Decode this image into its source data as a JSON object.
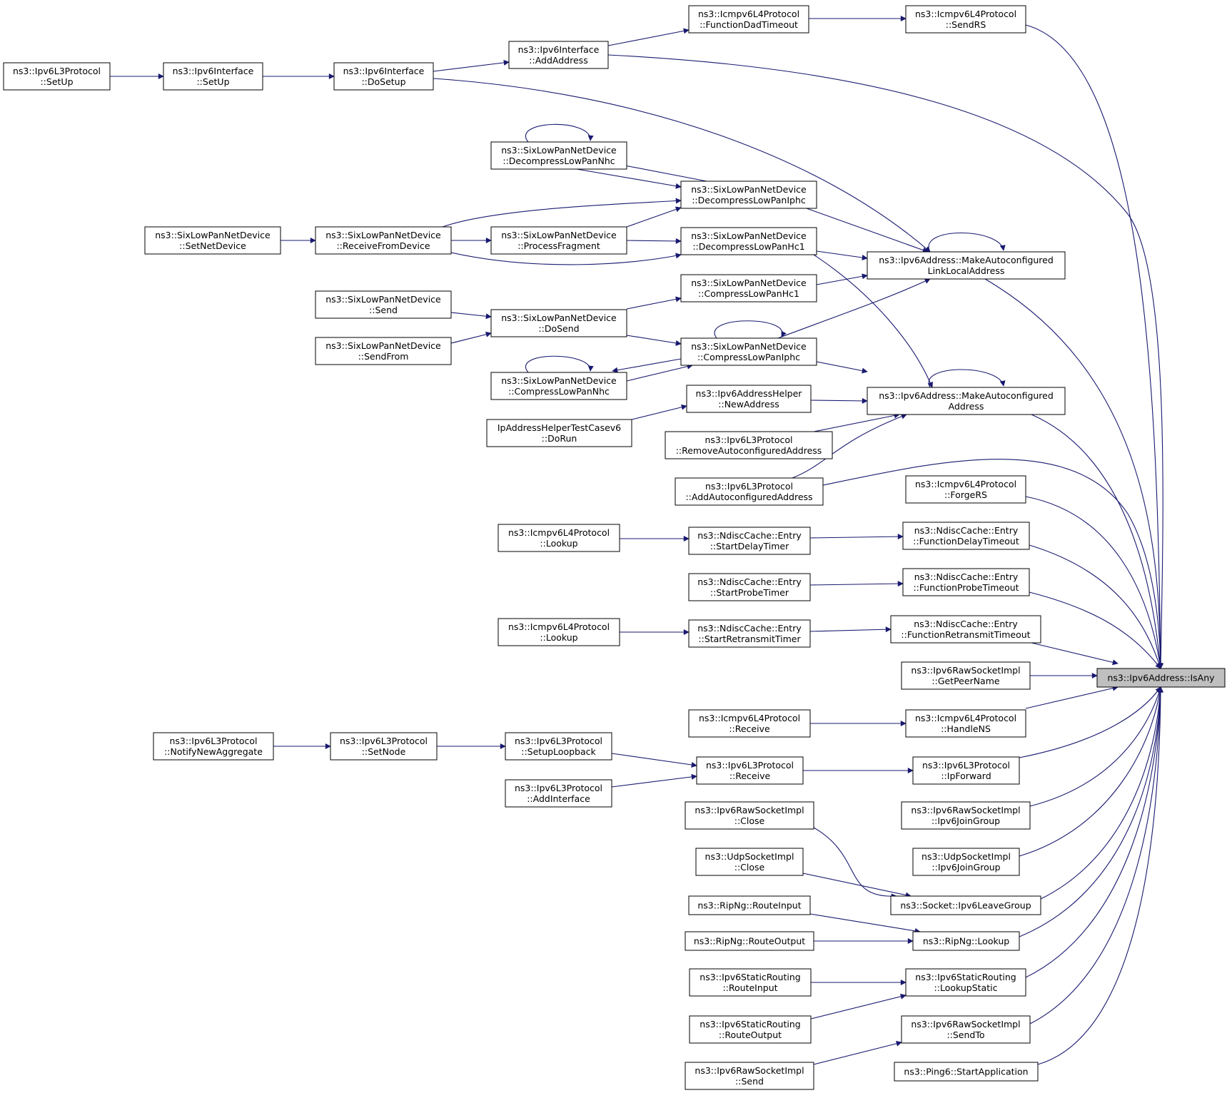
{
  "colors": {
    "edge": "#191970",
    "root_fill": "#bfbfbf",
    "node_fill": "#ffffff",
    "node_border": "#000000"
  },
  "graph": {
    "root": "isany",
    "nodes": [
      {
        "id": "isany",
        "lines": [
          "ns3::Ipv6Address::IsAny"
        ]
      },
      {
        "id": "icmp_funcdad",
        "lines": [
          "ns3::Icmpv6L4Protocol",
          "::FunctionDadTimeout"
        ]
      },
      {
        "id": "icmp_sendrs",
        "lines": [
          "ns3::Icmpv6L4Protocol",
          "::SendRS"
        ]
      },
      {
        "id": "ipv6if_addaddr",
        "lines": [
          "ns3::Ipv6Interface",
          "::AddAddress"
        ]
      },
      {
        "id": "ipv6l3_setup",
        "lines": [
          "ns3::Ipv6L3Protocol",
          "::SetUp"
        ]
      },
      {
        "id": "ipv6if_setup",
        "lines": [
          "ns3::Ipv6Interface",
          "::SetUp"
        ]
      },
      {
        "id": "ipv6if_dosetup",
        "lines": [
          "ns3::Ipv6Interface",
          "::DoSetup"
        ]
      },
      {
        "id": "slp_decompnhc",
        "lines": [
          "ns3::SixLowPanNetDevice",
          "::DecompressLowPanNhc"
        ]
      },
      {
        "id": "slp_decompiphc",
        "lines": [
          "ns3::SixLowPanNetDevice",
          "::DecompressLowPanIphc"
        ]
      },
      {
        "id": "slp_setnetdev",
        "lines": [
          "ns3::SixLowPanNetDevice",
          "::SetNetDevice"
        ]
      },
      {
        "id": "slp_recvfromdev",
        "lines": [
          "ns3::SixLowPanNetDevice",
          "::ReceiveFromDevice"
        ]
      },
      {
        "id": "slp_procfrag",
        "lines": [
          "ns3::SixLowPanNetDevice",
          "::ProcessFragment"
        ]
      },
      {
        "id": "slp_decomphc1",
        "lines": [
          "ns3::SixLowPanNetDevice",
          "::DecompressLowPanHc1"
        ]
      },
      {
        "id": "makeautolink",
        "lines": [
          "ns3::Ipv6Address::MakeAutoconfigured",
          "LinkLocalAddress"
        ]
      },
      {
        "id": "slp_comphc1",
        "lines": [
          "ns3::SixLowPanNetDevice",
          "::CompressLowPanHc1"
        ]
      },
      {
        "id": "slp_send",
        "lines": [
          "ns3::SixLowPanNetDevice",
          "::Send"
        ]
      },
      {
        "id": "slp_dosend",
        "lines": [
          "ns3::SixLowPanNetDevice",
          "::DoSend"
        ]
      },
      {
        "id": "slp_sendfrom",
        "lines": [
          "ns3::SixLowPanNetDevice",
          "::SendFrom"
        ]
      },
      {
        "id": "slp_compiphc",
        "lines": [
          "ns3::SixLowPanNetDevice",
          "::CompressLowPanIphc"
        ]
      },
      {
        "id": "slp_compnhc",
        "lines": [
          "ns3::SixLowPanNetDevice",
          "::CompressLowPanNhc"
        ]
      },
      {
        "id": "iphelper_newaddr",
        "lines": [
          "ns3::Ipv6AddressHelper",
          "::NewAddress"
        ]
      },
      {
        "id": "makeautoaddr",
        "lines": [
          "ns3::Ipv6Address::MakeAutoconfigured",
          "Address"
        ]
      },
      {
        "id": "iptestv6_dorun",
        "lines": [
          "IpAddressHelperTestCasev6",
          "::DoRun"
        ]
      },
      {
        "id": "ipv6l3_removeauto",
        "lines": [
          "ns3::Ipv6L3Protocol",
          "::RemoveAutoconfiguredAddress"
        ]
      },
      {
        "id": "ipv6l3_addauto",
        "lines": [
          "ns3::Ipv6L3Protocol",
          "::AddAutoconfiguredAddress"
        ]
      },
      {
        "id": "icmp_forgers",
        "lines": [
          "ns3::Icmpv6L4Protocol",
          "::ForgeRS"
        ]
      },
      {
        "id": "icmp_lookup1",
        "lines": [
          "ns3::Icmpv6L4Protocol",
          "::Lookup"
        ]
      },
      {
        "id": "nd_startdelay",
        "lines": [
          "ns3::NdiscCache::Entry",
          "::StartDelayTimer"
        ]
      },
      {
        "id": "nd_funcdelay",
        "lines": [
          "ns3::NdiscCache::Entry",
          "::FunctionDelayTimeout"
        ]
      },
      {
        "id": "nd_startprobe",
        "lines": [
          "ns3::NdiscCache::Entry",
          "::StartProbeTimer"
        ]
      },
      {
        "id": "nd_funcprobe",
        "lines": [
          "ns3::NdiscCache::Entry",
          "::FunctionProbeTimeout"
        ]
      },
      {
        "id": "icmp_lookup2",
        "lines": [
          "ns3::Icmpv6L4Protocol",
          "::Lookup"
        ]
      },
      {
        "id": "nd_startretrans",
        "lines": [
          "ns3::NdiscCache::Entry",
          "::StartRetransmitTimer"
        ]
      },
      {
        "id": "nd_funcretrans",
        "lines": [
          "ns3::NdiscCache::Entry",
          "::FunctionRetransmitTimeout"
        ]
      },
      {
        "id": "raw_getpeer",
        "lines": [
          "ns3::Ipv6RawSocketImpl",
          "::GetPeerName"
        ]
      },
      {
        "id": "icmp_receive",
        "lines": [
          "ns3::Icmpv6L4Protocol",
          "::Receive"
        ]
      },
      {
        "id": "icmp_handlens",
        "lines": [
          "ns3::Icmpv6L4Protocol",
          "::HandleNS"
        ]
      },
      {
        "id": "ipv6l3_notify",
        "lines": [
          "ns3::Ipv6L3Protocol",
          "::NotifyNewAggregate"
        ]
      },
      {
        "id": "ipv6l3_setnode",
        "lines": [
          "ns3::Ipv6L3Protocol",
          "::SetNode"
        ]
      },
      {
        "id": "ipv6l3_setuploop",
        "lines": [
          "ns3::Ipv6L3Protocol",
          "::SetupLoopback"
        ]
      },
      {
        "id": "ipv6l3_receive",
        "lines": [
          "ns3::Ipv6L3Protocol",
          "::Receive"
        ]
      },
      {
        "id": "ipv6l3_ipforward",
        "lines": [
          "ns3::Ipv6L3Protocol",
          "::IpForward"
        ]
      },
      {
        "id": "ipv6l3_addif",
        "lines": [
          "ns3::Ipv6L3Protocol",
          "::AddInterface"
        ]
      },
      {
        "id": "raw_close",
        "lines": [
          "ns3::Ipv6RawSocketImpl",
          "::Close"
        ]
      },
      {
        "id": "raw_joingroup",
        "lines": [
          "ns3::Ipv6RawSocketImpl",
          "::Ipv6JoinGroup"
        ]
      },
      {
        "id": "udp_close",
        "lines": [
          "ns3::UdpSocketImpl",
          "::Close"
        ]
      },
      {
        "id": "udp_joingroup",
        "lines": [
          "ns3::UdpSocketImpl",
          "::Ipv6JoinGroup"
        ]
      },
      {
        "id": "socket_leave",
        "lines": [
          "ns3::Socket::Ipv6LeaveGroup"
        ]
      },
      {
        "id": "ripng_routeinput",
        "lines": [
          "ns3::RipNg::RouteInput"
        ]
      },
      {
        "id": "ripng_routeoutput",
        "lines": [
          "ns3::RipNg::RouteOutput"
        ]
      },
      {
        "id": "ripng_lookup",
        "lines": [
          "ns3::RipNg::Lookup"
        ]
      },
      {
        "id": "static_routeinput",
        "lines": [
          "ns3::Ipv6StaticRouting",
          "::RouteInput"
        ]
      },
      {
        "id": "static_lookup",
        "lines": [
          "ns3::Ipv6StaticRouting",
          "::LookupStatic"
        ]
      },
      {
        "id": "static_routeoutput",
        "lines": [
          "ns3::Ipv6StaticRouting",
          "::RouteOutput"
        ]
      },
      {
        "id": "raw_sendto",
        "lines": [
          "ns3::Ipv6RawSocketImpl",
          "::SendTo"
        ]
      },
      {
        "id": "raw_send",
        "lines": [
          "ns3::Ipv6RawSocketImpl",
          "::Send"
        ]
      },
      {
        "id": "ping6_start",
        "lines": [
          "ns3::Ping6::StartApplication"
        ]
      }
    ],
    "edges": [
      {
        "from": "icmp_funcdad",
        "to": "icmp_sendrs"
      },
      {
        "from": "ipv6if_addaddr",
        "to": "icmp_funcdad"
      },
      {
        "from": "ipv6l3_setup",
        "to": "ipv6if_setup"
      },
      {
        "from": "ipv6if_setup",
        "to": "ipv6if_dosetup"
      },
      {
        "from": "ipv6if_dosetup",
        "to": "ipv6if_addaddr"
      },
      {
        "from": "icmp_sendrs",
        "to": "isany"
      },
      {
        "from": "ipv6if_addaddr",
        "to": "isany"
      },
      {
        "from": "ipv6if_dosetup",
        "to": "makeautolink"
      },
      {
        "from": "slp_decompnhc",
        "to": "slp_decompnhc"
      },
      {
        "from": "slp_decompnhc",
        "to": "slp_decompiphc"
      },
      {
        "from": "slp_decompiphc",
        "to": "slp_decompnhc"
      },
      {
        "from": "slp_recvfromdev",
        "to": "slp_decompiphc"
      },
      {
        "from": "slp_procfrag",
        "to": "slp_decompiphc"
      },
      {
        "from": "slp_setnetdev",
        "to": "slp_recvfromdev"
      },
      {
        "from": "slp_recvfromdev",
        "to": "slp_procfrag"
      },
      {
        "from": "slp_procfrag",
        "to": "slp_decomphc1"
      },
      {
        "from": "slp_recvfromdev",
        "to": "slp_decomphc1"
      },
      {
        "from": "slp_decompiphc",
        "to": "makeautolink"
      },
      {
        "from": "slp_decomphc1",
        "to": "makeautolink"
      },
      {
        "from": "makeautolink",
        "to": "makeautolink"
      },
      {
        "from": "slp_comphc1",
        "to": "makeautolink"
      },
      {
        "from": "slp_compiphc",
        "to": "makeautolink"
      },
      {
        "from": "makeautolink",
        "to": "isany"
      },
      {
        "from": "slp_send",
        "to": "slp_dosend"
      },
      {
        "from": "slp_sendfrom",
        "to": "slp_dosend"
      },
      {
        "from": "slp_dosend",
        "to": "slp_comphc1"
      },
      {
        "from": "slp_dosend",
        "to": "slp_compiphc"
      },
      {
        "from": "slp_compiphc",
        "to": "slp_compiphc"
      },
      {
        "from": "slp_compiphc",
        "to": "slp_compnhc"
      },
      {
        "from": "slp_compnhc",
        "to": "slp_compiphc"
      },
      {
        "from": "slp_compnhc",
        "to": "slp_compnhc"
      },
      {
        "from": "slp_decomphc1",
        "to": "makeautoaddr"
      },
      {
        "from": "slp_compiphc",
        "to": "makeautoaddr"
      },
      {
        "from": "makeautoaddr",
        "to": "makeautoaddr"
      },
      {
        "from": "iphelper_newaddr",
        "to": "makeautoaddr"
      },
      {
        "from": "iptestv6_dorun",
        "to": "iphelper_newaddr"
      },
      {
        "from": "ipv6l3_removeauto",
        "to": "makeautoaddr"
      },
      {
        "from": "ipv6l3_addauto",
        "to": "makeautoaddr"
      },
      {
        "from": "makeautoaddr",
        "to": "isany"
      },
      {
        "from": "ipv6l3_addauto",
        "to": "isany"
      },
      {
        "from": "icmp_forgers",
        "to": "isany"
      },
      {
        "from": "icmp_lookup1",
        "to": "nd_startdelay"
      },
      {
        "from": "nd_startdelay",
        "to": "nd_funcdelay"
      },
      {
        "from": "nd_funcdelay",
        "to": "isany"
      },
      {
        "from": "nd_startprobe",
        "to": "nd_funcprobe"
      },
      {
        "from": "nd_funcprobe",
        "to": "isany"
      },
      {
        "from": "icmp_lookup2",
        "to": "nd_startretrans"
      },
      {
        "from": "nd_startretrans",
        "to": "nd_funcretrans"
      },
      {
        "from": "nd_funcretrans",
        "to": "isany"
      },
      {
        "from": "raw_getpeer",
        "to": "isany"
      },
      {
        "from": "icmp_receive",
        "to": "icmp_handlens"
      },
      {
        "from": "icmp_handlens",
        "to": "isany"
      },
      {
        "from": "ipv6l3_notify",
        "to": "ipv6l3_setnode"
      },
      {
        "from": "ipv6l3_setnode",
        "to": "ipv6l3_setuploop"
      },
      {
        "from": "ipv6l3_setuploop",
        "to": "ipv6l3_receive"
      },
      {
        "from": "ipv6l3_addif",
        "to": "ipv6l3_receive"
      },
      {
        "from": "ipv6l3_receive",
        "to": "ipv6l3_ipforward"
      },
      {
        "from": "ipv6l3_ipforward",
        "to": "isany"
      },
      {
        "from": "raw_joingroup",
        "to": "isany"
      },
      {
        "from": "udp_joingroup",
        "to": "isany"
      },
      {
        "from": "raw_close",
        "to": "socket_leave"
      },
      {
        "from": "udp_close",
        "to": "socket_leave"
      },
      {
        "from": "socket_leave",
        "to": "isany"
      },
      {
        "from": "ripng_routeinput",
        "to": "ripng_lookup"
      },
      {
        "from": "ripng_routeoutput",
        "to": "ripng_lookup"
      },
      {
        "from": "ripng_lookup",
        "to": "isany"
      },
      {
        "from": "static_routeinput",
        "to": "static_lookup"
      },
      {
        "from": "static_routeoutput",
        "to": "static_lookup"
      },
      {
        "from": "static_lookup",
        "to": "isany"
      },
      {
        "from": "raw_send",
        "to": "raw_sendto"
      },
      {
        "from": "raw_sendto",
        "to": "isany"
      },
      {
        "from": "ping6_start",
        "to": "isany"
      }
    ]
  }
}
